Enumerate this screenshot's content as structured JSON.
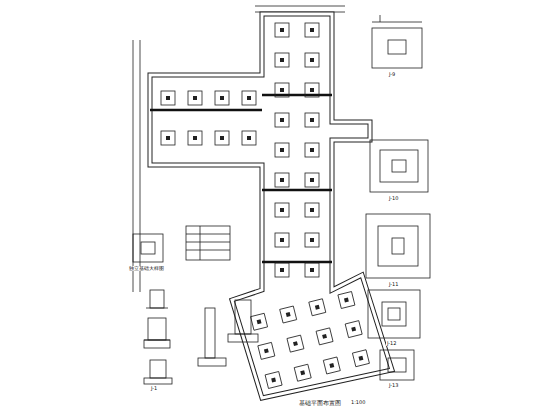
{
  "diagram": {
    "title": "基础平面布置图",
    "labels": [
      "1:100",
      "J-9",
      "J-10",
      "J-11",
      "J-12",
      "J-13",
      "独立基础大样图",
      "J-1"
    ]
  }
}
